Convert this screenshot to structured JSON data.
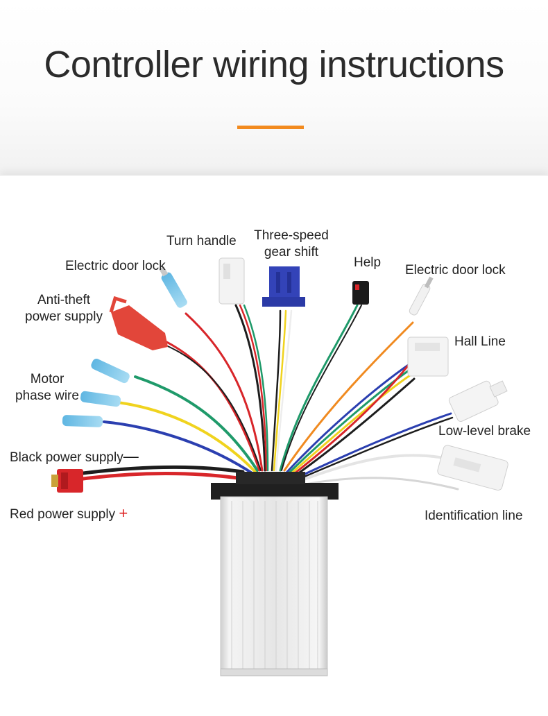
{
  "header": {
    "title": "Controller wiring instructions",
    "accent_color": "#f28a1e"
  },
  "labels": {
    "turn_handle": "Turn handle",
    "three_speed_line1": "Three-speed",
    "three_speed_line2": "gear shift",
    "help": "Help",
    "electric_door_lock_left": "Electric door lock",
    "electric_door_lock_right": "Electric door lock",
    "anti_theft_line1": "Anti-theft",
    "anti_theft_line2": "power supply",
    "hall_line": "Hall Line",
    "motor_line1": "Motor",
    "motor_line2": "phase wire",
    "low_level_brake": "Low-level brake",
    "black_power_supply": "Black power supply",
    "black_sign": "—",
    "red_power_supply": "Red power supply",
    "red_sign": "+",
    "identification_line": "Identification line"
  },
  "colors": {
    "wire_red": "#d8262a",
    "wire_black": "#1d1d1d",
    "wire_green": "#1f9a6a",
    "wire_yellow": "#f0d31e",
    "wire_blue": "#2b3fb0",
    "wire_orange": "#f08a20",
    "wire_white": "#e8e8e8",
    "wire_purple": "#8a55b8",
    "wire_brown": "#8a5a2a",
    "connector_blue": "#3343b8",
    "connector_red": "#e2463a",
    "connector_lightblue": "#7fc4e6",
    "housing": "#e9e9e9"
  }
}
